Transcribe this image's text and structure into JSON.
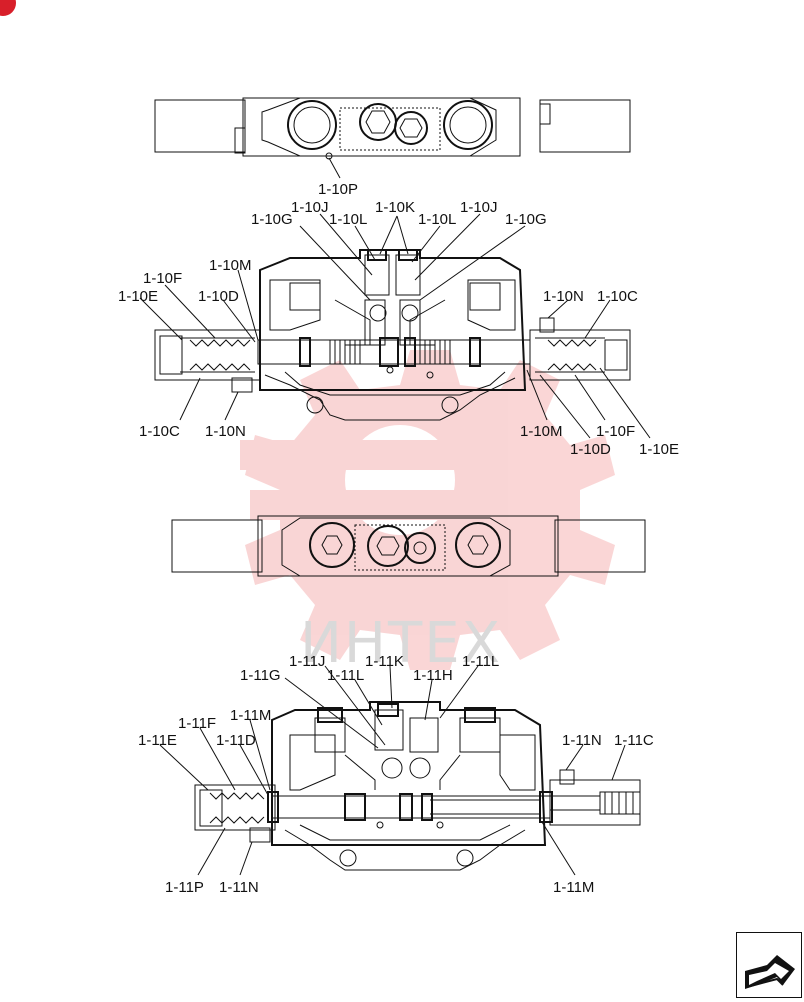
{
  "watermark": {
    "text": "ИНТЕХ",
    "color": "#f4b3b3"
  },
  "labels": {
    "top_view_1": {
      "p": "1-10P"
    },
    "section_1": {
      "g_left": "1-10G",
      "j_left": "1-10J",
      "l_left": "1-10L",
      "k": "1-10K",
      "l_right": "1-10L",
      "j_right": "1-10J",
      "g_right": "1-10G",
      "m_top": "1-10M",
      "f_top": "1-10F",
      "e_top": "1-10E",
      "d_top": "1-10D",
      "n_top": "1-10N",
      "c_top": "1-10C",
      "c_bottom": "1-10C",
      "n_bottom": "1-10N",
      "m_bottom": "1-10M",
      "f_bottom": "1-10F",
      "d_bottom": "1-10D",
      "e_bottom": "1-10E"
    },
    "section_2": {
      "j": "1-11J",
      "k": "1-11K",
      "l_right": "1-11L",
      "g": "1-11G",
      "l_left": "1-11L",
      "h": "1-11H",
      "f": "1-11F",
      "m_top": "1-11M",
      "e": "1-11E",
      "d": "1-11D",
      "n_top": "1-11N",
      "c": "1-11C",
      "p": "1-11P",
      "n_bottom": "1-11N",
      "m_bottom": "1-11M"
    }
  },
  "nav": {
    "icon": "next-page-arrow-icon"
  },
  "colors": {
    "line": "#111111",
    "badge": "#d81f2a"
  }
}
